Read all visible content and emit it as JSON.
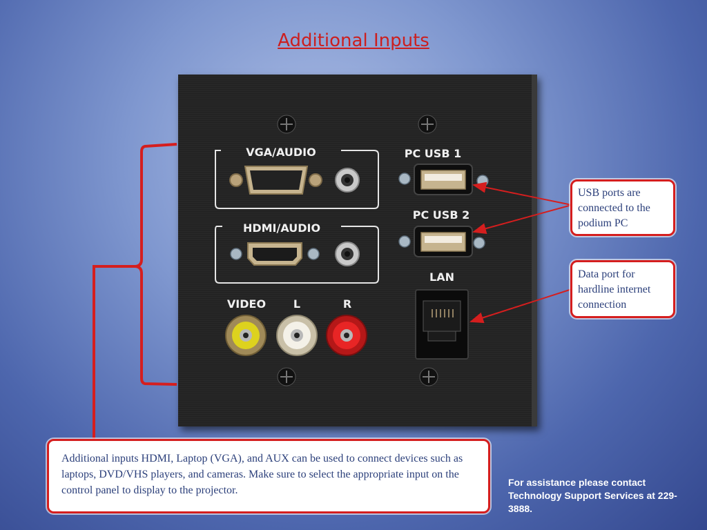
{
  "slide": {
    "title": "Additional Inputs"
  },
  "panel": {
    "labels": {
      "vga_audio": "VGA/AUDIO",
      "hdmi_audio": "HDMI/AUDIO",
      "video": "VIDEO",
      "left": "L",
      "right": "R",
      "pc_usb_1": "PC USB 1",
      "pc_usb_2": "PC USB 2",
      "lan": "LAN"
    }
  },
  "callouts": {
    "usb": "USB ports are connected to the podium PC",
    "lan": "Data port for hardline internet connection",
    "inputs": "Additional inputs HDMI, Laptop (VGA), and AUX can be used to connect devices such as laptops, DVD/VHS players, and cameras. Make sure to select the appropriate input on the control panel to display to the projector."
  },
  "footer": {
    "assistance": "For assistance please contact Technology Support Services at 229-3888."
  },
  "colors": {
    "accent_red": "#d51e1e",
    "title_red": "#cc1f1f",
    "callout_text": "#2b3f7a"
  }
}
